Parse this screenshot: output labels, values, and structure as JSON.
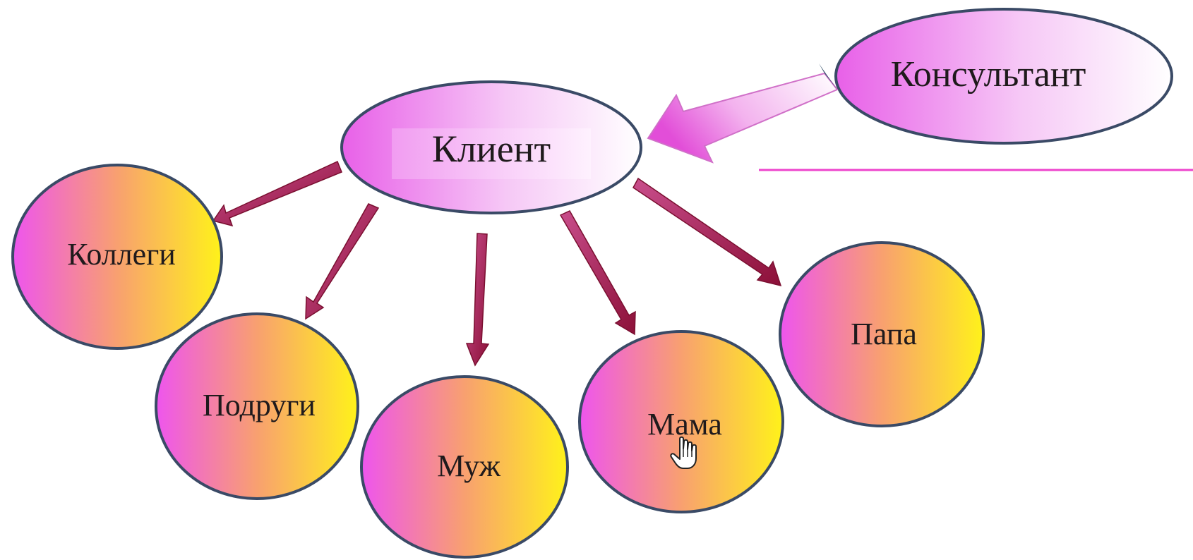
{
  "diagram": {
    "consultant": {
      "label": "Консультант"
    },
    "client": {
      "label": "Клиент"
    },
    "contacts": [
      {
        "id": "colleagues",
        "label": "Коллеги"
      },
      {
        "id": "girlfriends",
        "label": "Подруги"
      },
      {
        "id": "husband",
        "label": "Муж"
      },
      {
        "id": "mother",
        "label": "Мама"
      },
      {
        "id": "father",
        "label": "Папа"
      }
    ]
  },
  "colors": {
    "magenta": "#ee55ee",
    "yellow": "#fff21a",
    "outline": "#3a4a66",
    "arrow": "#a3194a",
    "divider": "#ee44cc"
  },
  "icons": {
    "cursor": "hand-cursor-icon"
  }
}
